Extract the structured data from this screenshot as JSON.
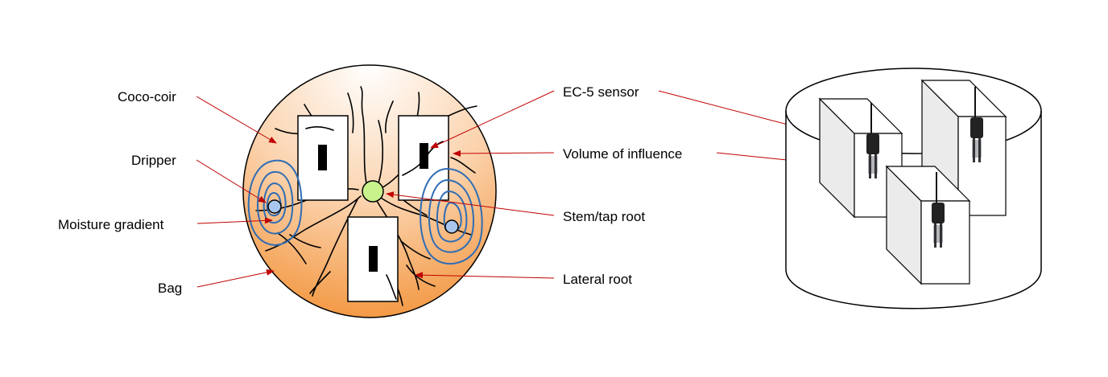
{
  "labels": {
    "coco_coir": "Coco-coir",
    "dripper": "Dripper",
    "moisture_gradient": "Moisture gradient",
    "bag": "Bag",
    "ec5_sensor": "EC-5 sensor",
    "volume_of_influence": "Volume of influence",
    "stem_tap_root": "Stem/tap root",
    "lateral_root": "Lateral root"
  },
  "colors": {
    "arrow": "#c00000",
    "bag_fill_top": "#ffffff",
    "bag_fill_bottom": "#f6a04d",
    "moisture_lines": "#2f6db5",
    "dripper_fill": "#a9c7ee",
    "stem_fill": "#c9f28d",
    "box_face": "#ebebeb"
  },
  "icons": {
    "sensor": "soil-moisture-probe-icon"
  }
}
